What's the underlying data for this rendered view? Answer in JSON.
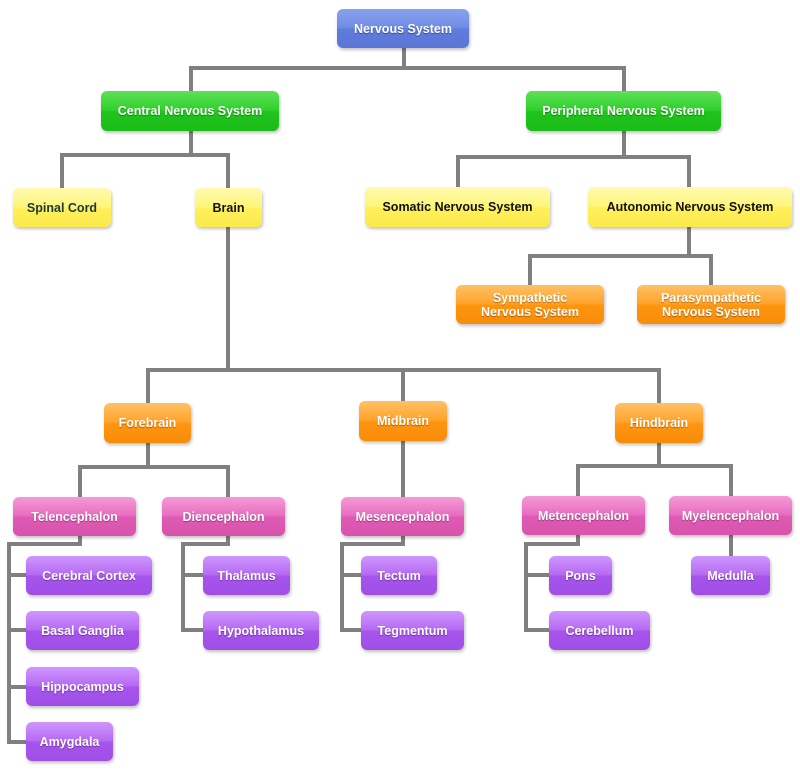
{
  "title": "Nervous System",
  "colors": {
    "root": "#6f8be4",
    "division": "#2fd02a",
    "subdivision": "#fff57a",
    "region": "#ffa32a",
    "subregion": "#e86cc0",
    "structure": "#b66af2",
    "connector": "#808080"
  },
  "nodes": {
    "nervous_system": "Nervous System",
    "cns": "Central Nervous System",
    "pns": "Peripheral Nervous System",
    "spinal_cord": "Spinal Cord",
    "brain": "Brain",
    "somatic": "Somatic Nervous System",
    "autonomic": "Autonomic Nervous System",
    "sympathetic": "Sympathetic Nervous System",
    "parasympathetic": "Parasympathetic Nervous System",
    "forebrain": "Forebrain",
    "midbrain": "Midbrain",
    "hindbrain": "Hindbrain",
    "telencephalon": "Telencephalon",
    "diencephalon": "Diencephalon",
    "mesencephalon": "Mesencephalon",
    "metencephalon": "Metencephalon",
    "myelencephalon": "Myelencephalon",
    "cerebral_cortex": "Cerebral Cortex",
    "basal_ganglia": "Basal Ganglia",
    "hippocampus": "Hippocampus",
    "amygdala": "Amygdala",
    "thalamus": "Thalamus",
    "hypothalamus": "Hypothalamus",
    "tectum": "Tectum",
    "tegmentum": "Tegmentum",
    "pons": "Pons",
    "cerebellum": "Cerebellum",
    "medulla": "Medulla"
  },
  "edges": [
    [
      "nervous_system",
      "cns"
    ],
    [
      "nervous_system",
      "pns"
    ],
    [
      "cns",
      "spinal_cord"
    ],
    [
      "cns",
      "brain"
    ],
    [
      "pns",
      "somatic"
    ],
    [
      "pns",
      "autonomic"
    ],
    [
      "autonomic",
      "sympathetic"
    ],
    [
      "autonomic",
      "parasympathetic"
    ],
    [
      "brain",
      "forebrain"
    ],
    [
      "brain",
      "midbrain"
    ],
    [
      "brain",
      "hindbrain"
    ],
    [
      "forebrain",
      "telencephalon"
    ],
    [
      "forebrain",
      "diencephalon"
    ],
    [
      "midbrain",
      "mesencephalon"
    ],
    [
      "hindbrain",
      "metencephalon"
    ],
    [
      "hindbrain",
      "myelencephalon"
    ],
    [
      "telencephalon",
      "cerebral_cortex"
    ],
    [
      "telencephalon",
      "basal_ganglia"
    ],
    [
      "telencephalon",
      "hippocampus"
    ],
    [
      "telencephalon",
      "amygdala"
    ],
    [
      "diencephalon",
      "thalamus"
    ],
    [
      "diencephalon",
      "hypothalamus"
    ],
    [
      "mesencephalon",
      "tectum"
    ],
    [
      "mesencephalon",
      "tegmentum"
    ],
    [
      "metencephalon",
      "pons"
    ],
    [
      "metencephalon",
      "cerebellum"
    ],
    [
      "myelencephalon",
      "medulla"
    ]
  ]
}
